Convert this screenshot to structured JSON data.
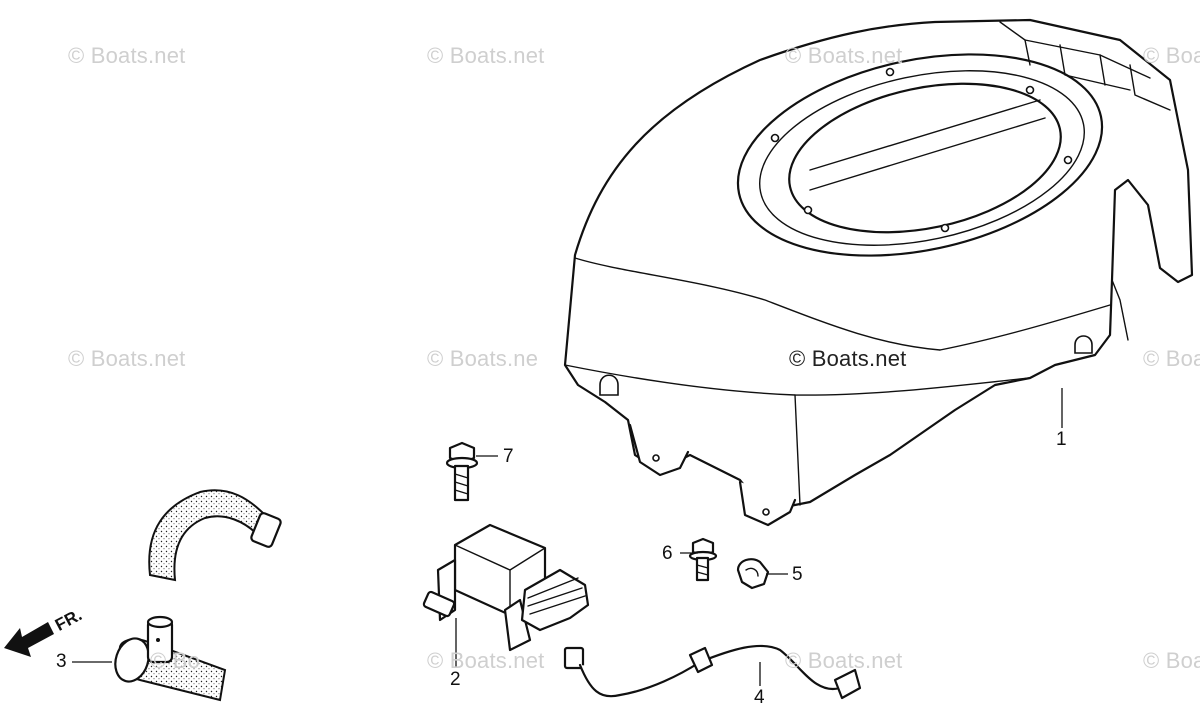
{
  "watermarks": [
    {
      "text": "© Boats.net",
      "tone": "light"
    },
    {
      "text": "© Boats.net",
      "tone": "light"
    },
    {
      "text": "© Boats.net",
      "tone": "light"
    },
    {
      "text": "© Boats.",
      "tone": "light"
    },
    {
      "text": "© Boats.net",
      "tone": "light"
    },
    {
      "text": "© Boats.ne",
      "tone": "light"
    },
    {
      "text": "© Boats.net",
      "tone": "dark"
    },
    {
      "text": "© Boats",
      "tone": "light"
    },
    {
      "text": "© Bo",
      "tone": "light"
    },
    {
      "text": "© Boats.net",
      "tone": "light"
    },
    {
      "text": "© Boats.net",
      "tone": "light"
    },
    {
      "text": "© Boats",
      "tone": "light"
    }
  ],
  "callouts": [
    "1",
    "2",
    "3",
    "4",
    "5",
    "6",
    "7"
  ],
  "direction_label": "FR.",
  "colors": {
    "line": "#111111",
    "watermark": "#cfcfcf",
    "background": "#ffffff"
  },
  "icons": {
    "direction": "front-arrow-icon"
  }
}
